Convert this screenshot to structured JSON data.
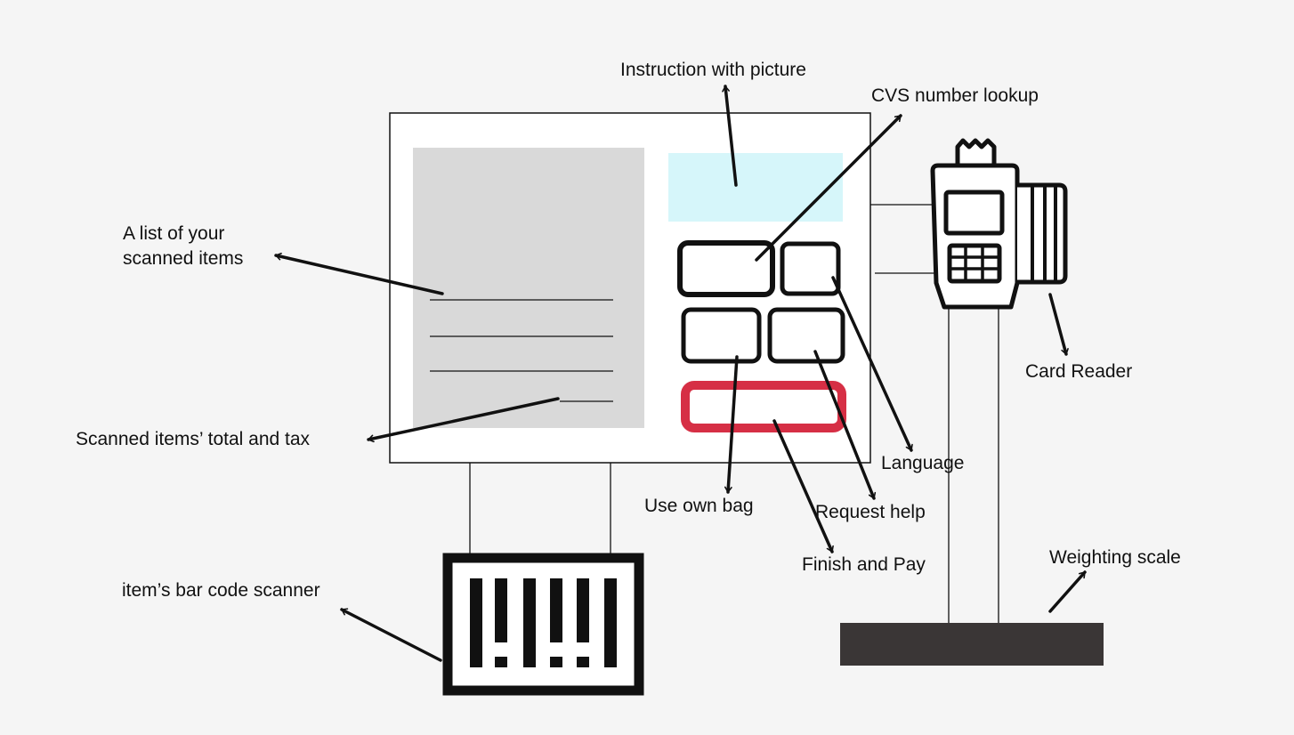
{
  "labels": {
    "instruction": "Instruction with picture",
    "cvs_lookup": "CVS number lookup",
    "item_list_line1": "A list of your",
    "item_list_line2": "scanned items",
    "total_tax": "Scanned items’ total and tax",
    "card_reader": "Card Reader",
    "language": "Language",
    "own_bag": "Use own bag",
    "request_help": "Request help",
    "finish_pay": "Finish and Pay",
    "weighting_scale": "Weighting scale",
    "scanner": "item’s bar code scanner"
  },
  "colors": {
    "background": "#f5f5f5",
    "screen_fill": "#ffffff",
    "list_panel": "#d9d9d9",
    "instruction_panel": "#d6f6fa",
    "finish_button": "#d62f45",
    "scale_base": "#3a3636",
    "stroke": "#111111"
  }
}
